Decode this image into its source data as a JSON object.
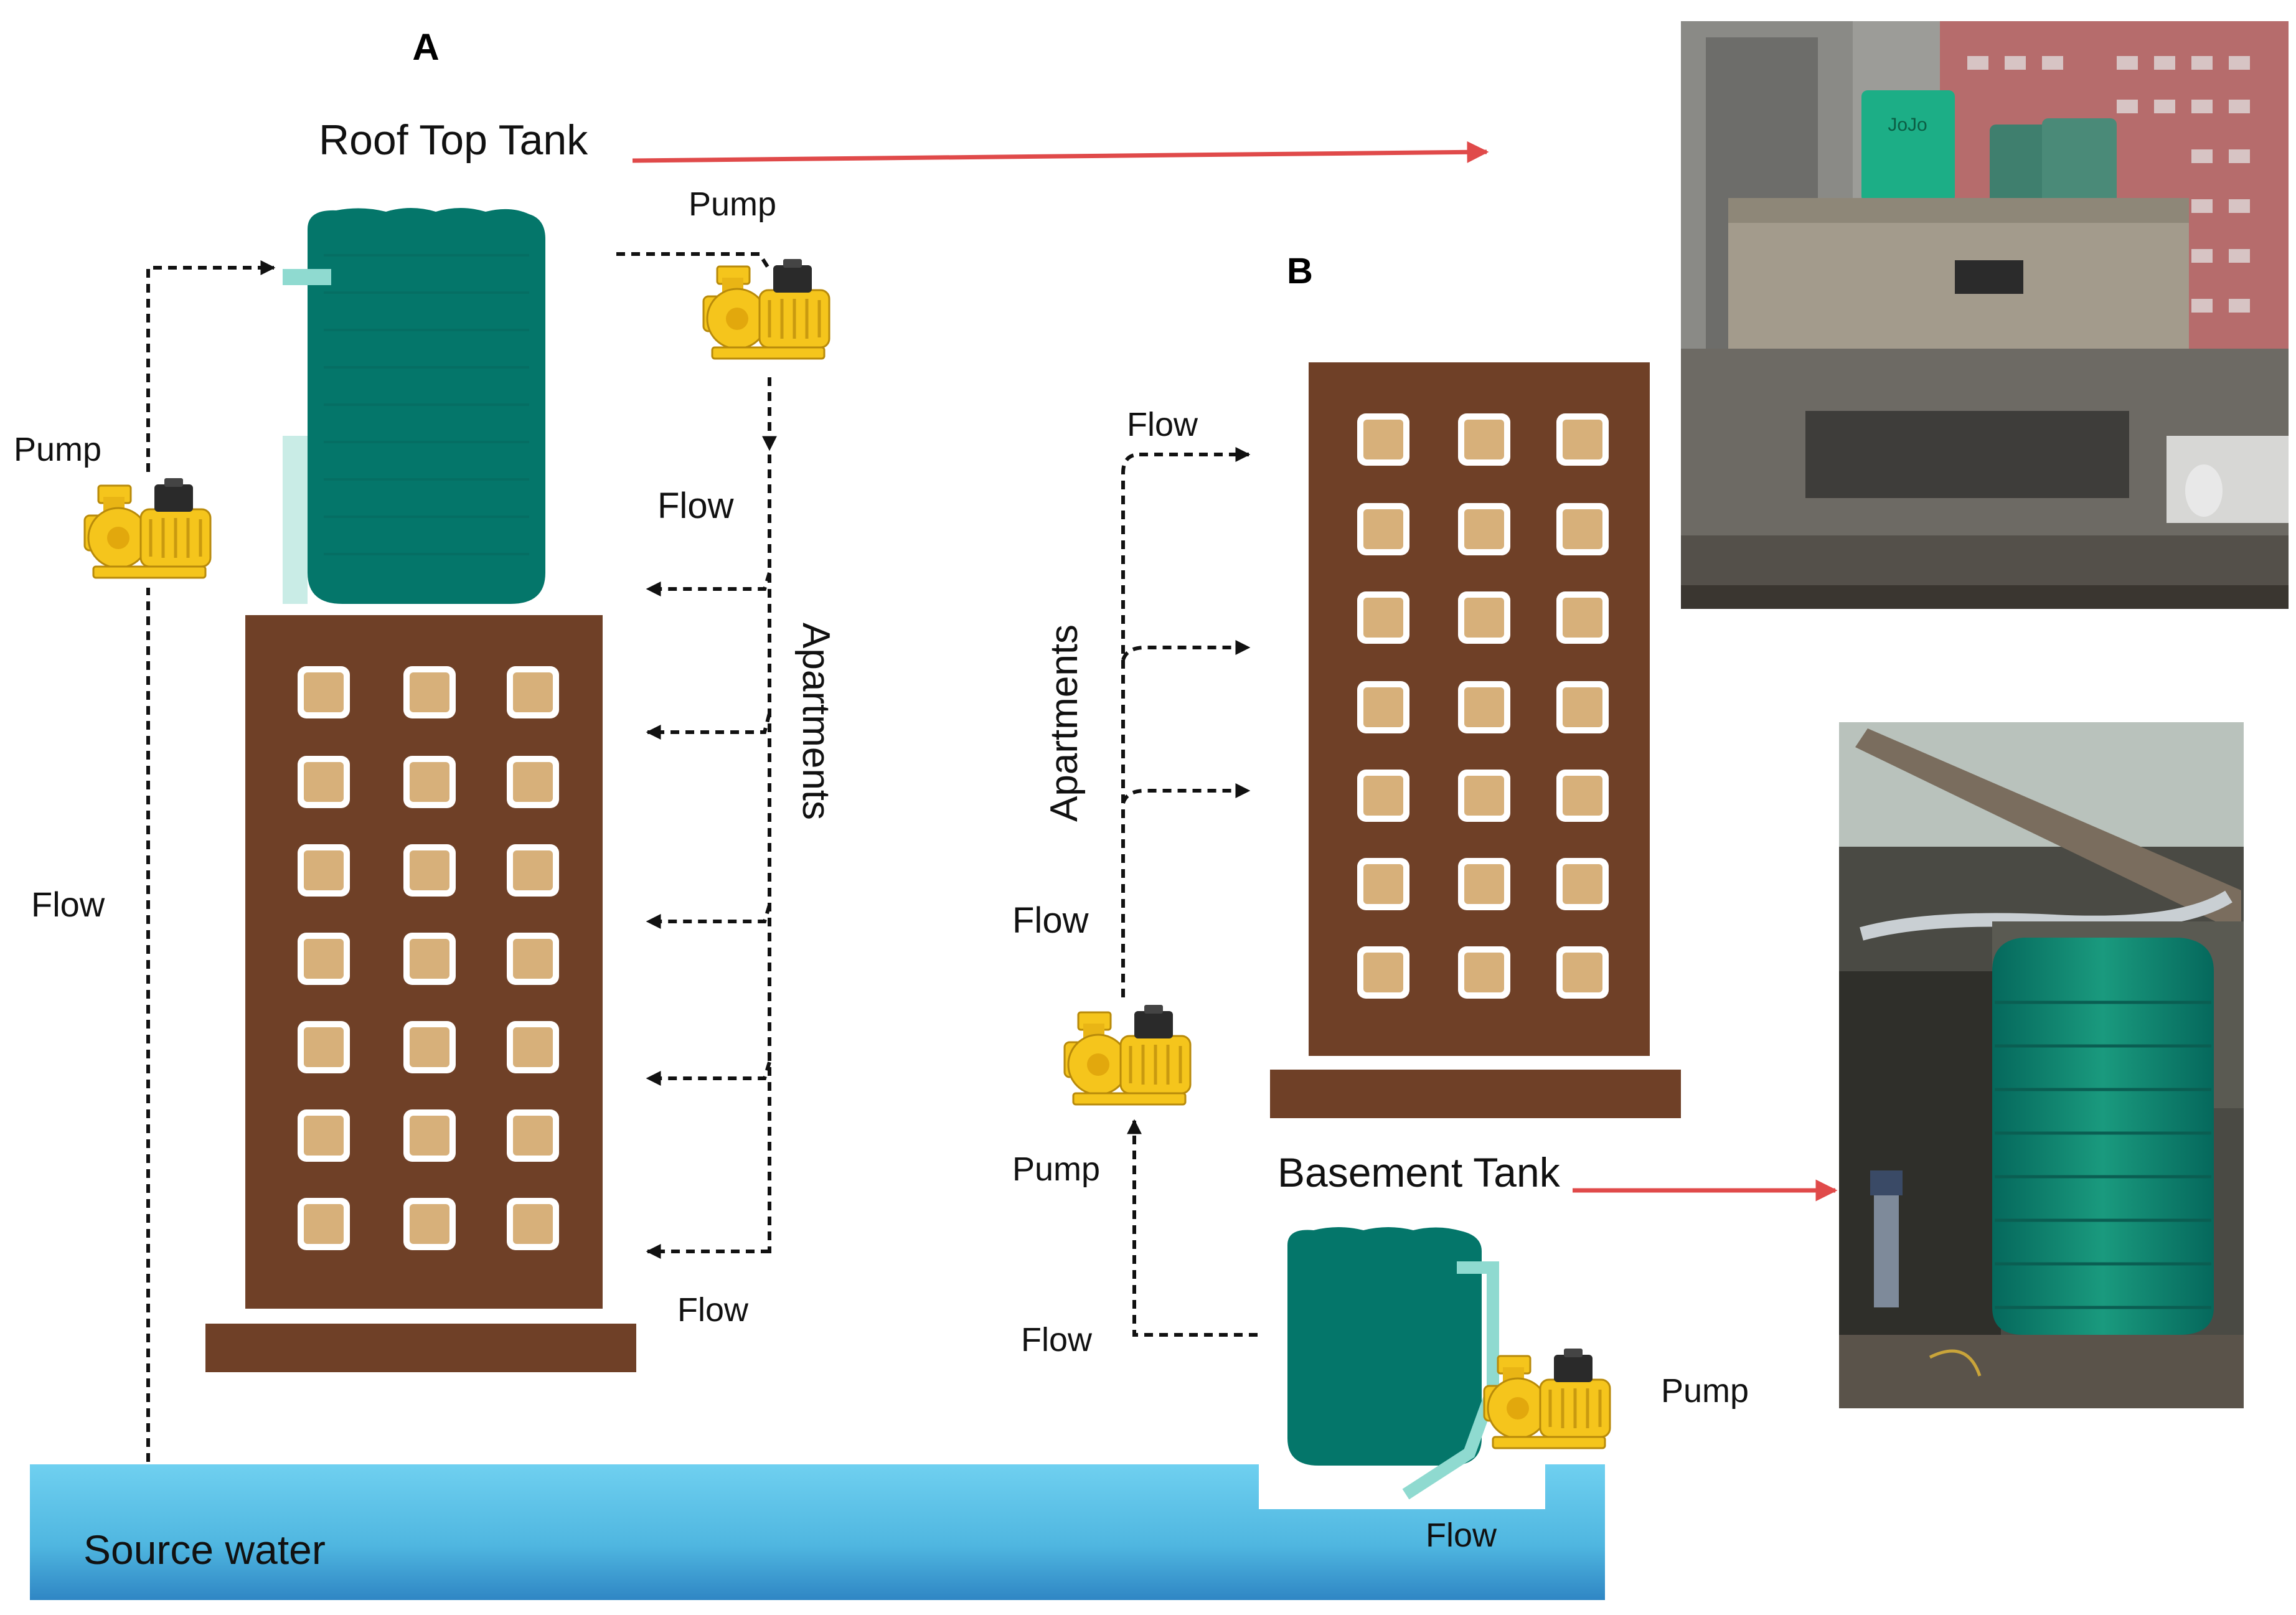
{
  "panels": {
    "a": "A",
    "b": "B"
  },
  "labels": {
    "roof_top_tank": "Roof Top Tank",
    "basement_tank": "Basement Tank",
    "source_water": "Source water",
    "pump": "Pump",
    "flow": "Flow",
    "apartments": "Apartments"
  },
  "photos": {
    "rooftop_tank_brand": "JoJo"
  },
  "colors": {
    "tank": "#04766a",
    "building": "#6f4027",
    "window": "#d7b07a",
    "water": "#5cc3e6",
    "pipe": "#8fdad0",
    "pump": "#f5c51c",
    "arrow": "#e04a4a"
  }
}
